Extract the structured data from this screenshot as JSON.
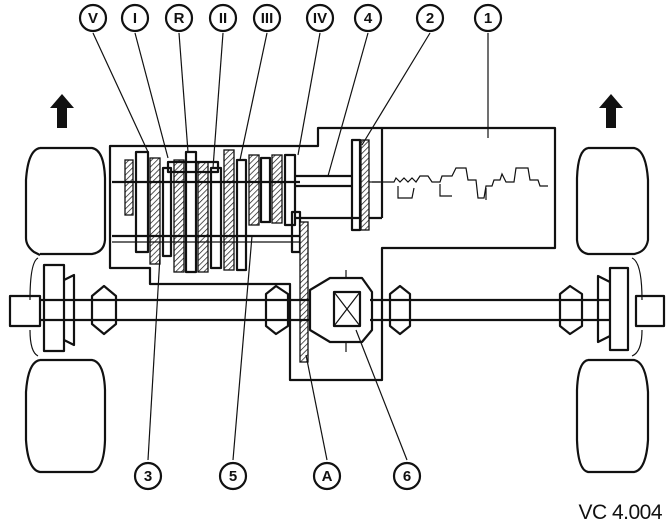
{
  "callouts_top": [
    {
      "id": "gear-v",
      "label": "V"
    },
    {
      "id": "gear-i",
      "label": "I"
    },
    {
      "id": "gear-r",
      "label": "R"
    },
    {
      "id": "gear-ii",
      "label": "II"
    },
    {
      "id": "gear-iii",
      "label": "III"
    },
    {
      "id": "gear-iv",
      "label": "IV"
    },
    {
      "id": "part-4",
      "label": "4"
    },
    {
      "id": "part-2",
      "label": "2"
    },
    {
      "id": "part-1",
      "label": "1"
    }
  ],
  "callouts_bottom": [
    {
      "id": "part-3",
      "label": "3"
    },
    {
      "id": "part-5",
      "label": "5"
    },
    {
      "id": "part-a",
      "label": "A"
    },
    {
      "id": "part-6",
      "label": "6"
    }
  ],
  "figure_code": "VC 4.004"
}
